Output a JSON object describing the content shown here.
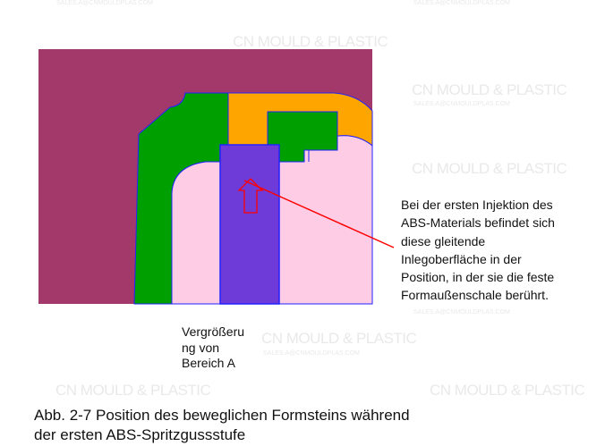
{
  "watermark": {
    "email": "SALES.A@CNMOULDPLAS.COM",
    "brand": "CN MOULD & PLASTIC"
  },
  "colors": {
    "mould": "#A3386A",
    "green": "#009F00",
    "orange": "#FFA500",
    "pink": "#FFCCE6",
    "slider": "#6E3BD9",
    "outline": "#2222FF",
    "arrow": "#FF0000"
  },
  "annotation": {
    "lines": [
      "Bei der ersten Injektion des",
      "ABS-Materials befindet sich",
      "diese gleitende",
      "Inlegoberfläche in der",
      "Position, in der sie die feste",
      "Formaußenschale berührt."
    ]
  },
  "zoom_label": {
    "lines": [
      "Vergrößeru",
      "ng von",
      "Bereich A"
    ]
  },
  "caption": {
    "lines": [
      "Abb. 2-7 Position des beweglichen Formsteins während",
      "der ersten ABS-Spritzgussstufe"
    ]
  }
}
